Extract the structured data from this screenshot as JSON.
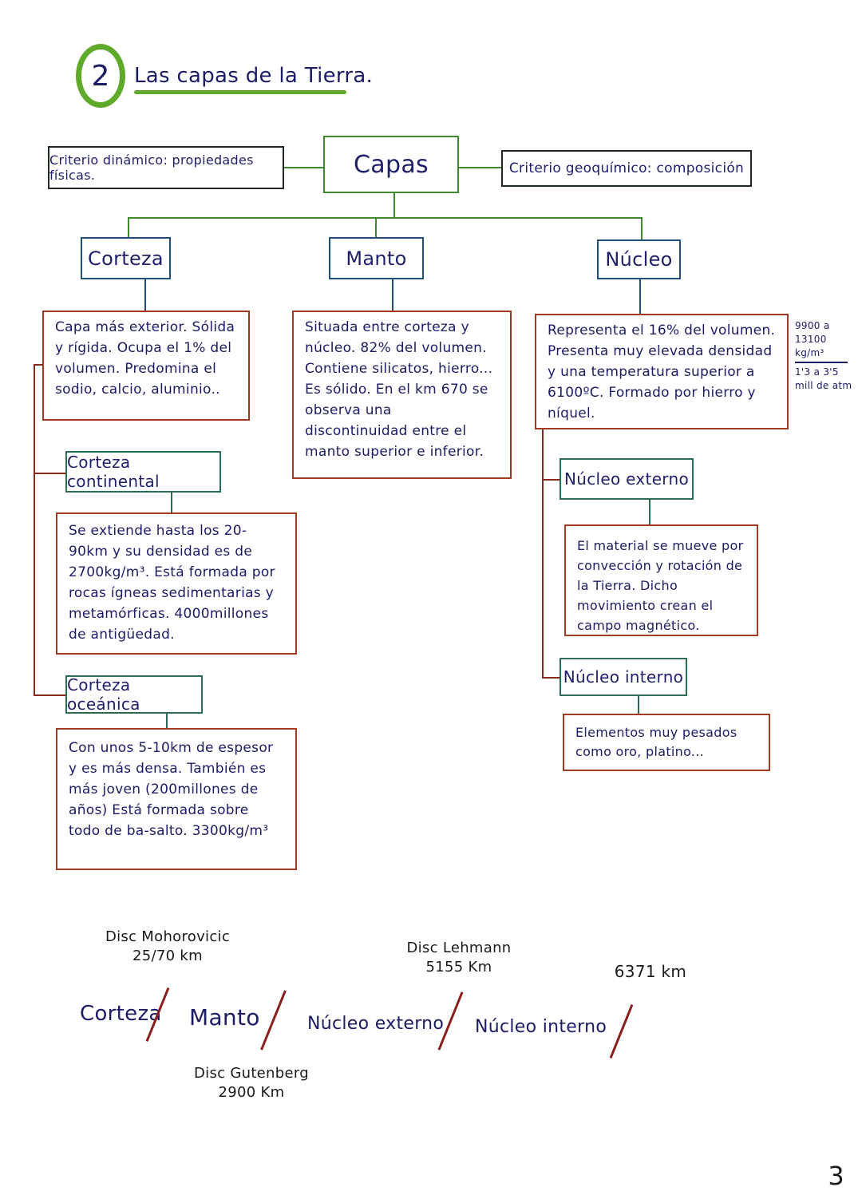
{
  "title": {
    "number": "2",
    "text": "Las capas de la Tierra."
  },
  "root": {
    "label": "Capas",
    "left_criterion": "Criterio dinámico: propiedades físicas.",
    "right_criterion": "Criterio geoquímico: composición"
  },
  "layers": {
    "corteza": {
      "label": "Corteza",
      "description": "Capa más exterior. Sólida y rígida. Ocupa el 1% del volumen. Predomina el sodio, calcio, aluminio..",
      "continental": {
        "label": "Corteza continental",
        "description": "Se extiende hasta los 20-90km y su densidad es de 2700kg/m³. Está formada por rocas ígneas sedimentarias y metamórficas. 4000millones de antigüedad."
      },
      "oceanica": {
        "label": "Corteza oceánica",
        "description": "Con unos 5-10km de espesor y es más densa. También es más joven (200millones de años) Está formada sobre todo de ba-salto. 3300kg/m³"
      }
    },
    "manto": {
      "label": "Manto",
      "description": "Situada entre corteza y núcleo. 82% del volumen. Contiene silicatos, hierro... Es sólido. En el km 670 se observa una discontinuidad entre el manto superior e inferior."
    },
    "nucleo": {
      "label": "Núcleo",
      "description": "Representa el 16% del volumen. Presenta muy elevada densidad y una temperatura superior a 6100ºC. Formado por hierro y níquel.",
      "side_note": {
        "density": "9900 a 13100 kg/m³",
        "pressure": "1'3 a 3'5 mill de atm"
      },
      "externo": {
        "label": "Núcleo externo",
        "description": "El material se mueve por convección y rotación de la Tierra. Dicho movimiento crean el campo magnético."
      },
      "interno": {
        "label": "Núcleo interno",
        "description": "Elementos muy pesados como oro, platino..."
      }
    }
  },
  "scale": {
    "layers": [
      "Corteza",
      "Manto",
      "Núcleo externo",
      "Núcleo interno"
    ],
    "discontinuities": [
      {
        "name": "Disc Mohorovicic",
        "depth": "25/70 km"
      },
      {
        "name": "Disc Gutenberg",
        "depth": "2900 Km"
      },
      {
        "name": "Disc Lehmann",
        "depth": "5155 Km"
      },
      {
        "name": "",
        "depth": "6371 km"
      }
    ]
  },
  "page_number": "3",
  "colors": {
    "accent_green": "#5faa2a",
    "line_green": "#3f8a2e",
    "blue": "#1f4f7a",
    "red": "#a43a22",
    "teal": "#2b6e4f",
    "ink": "#1c1c66"
  }
}
